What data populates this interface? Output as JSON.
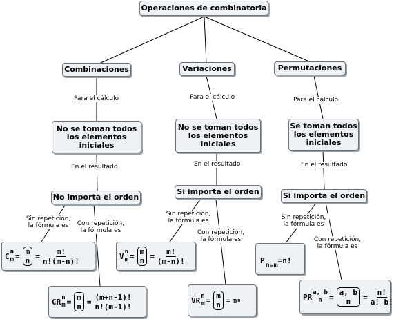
{
  "root": "Operaciones de combinatoria",
  "branches": [
    {
      "title": "Combinaciones",
      "link1": "Para el cálculo",
      "take": "No se toman todos los elementos iniciales",
      "link2": "En el resultado",
      "order": "No importa el orden",
      "sin": "Sin repetición, la fórmula es",
      "con": "Con repetición, la fórmula es",
      "f_sin": {
        "sym": "C",
        "sup": "n",
        "sub": "m",
        "v_top": "m",
        "v_bot": "n",
        "num": "m!",
        "den": "n!(m-n)!"
      },
      "f_con": {
        "sym": "CR",
        "sup": "n",
        "sub": "m",
        "v_top": "m",
        "v_bot": "n",
        "num": "(m+n-1)!",
        "den": "n!(m-1)!"
      }
    },
    {
      "title": "Variaciones",
      "link1": "Para el cálculo",
      "take": "No se toman todos los elementos iniciales",
      "link2": "En el resultado",
      "order": "Si importa el orden",
      "sin": "Sin repetición, la fórmula es",
      "con": "Con repetición, la fórmula es",
      "f_sin": {
        "sym": "V",
        "sup": "n",
        "sub": "m",
        "v_top": "m",
        "v_bot": "n",
        "num": "m!",
        "den": "(m-n)!"
      },
      "f_con": {
        "sym": "VR",
        "sup": "n",
        "sub": "m",
        "v_top": "m",
        "v_bot": "n",
        "base": "m",
        "exp": "n"
      }
    },
    {
      "title": "Permutaciones",
      "link1": "Para el cálculo",
      "take": "Se toman todos los elementos iniciales",
      "link2": "En el resultado",
      "order": "Si importa el orden",
      "sin": "Sin repetición, la fórmula es",
      "con": "Con repetición, la fórmula es",
      "f_sin": {
        "sym": "P",
        "sub": "n=m",
        "rhs": "=n!"
      },
      "f_con": {
        "sym": "PR",
        "sup": "a, b",
        "sub": "n",
        "v_top": "a, b",
        "v_bot": "n",
        "num": "n!",
        "den": "a! b!"
      }
    }
  ]
}
